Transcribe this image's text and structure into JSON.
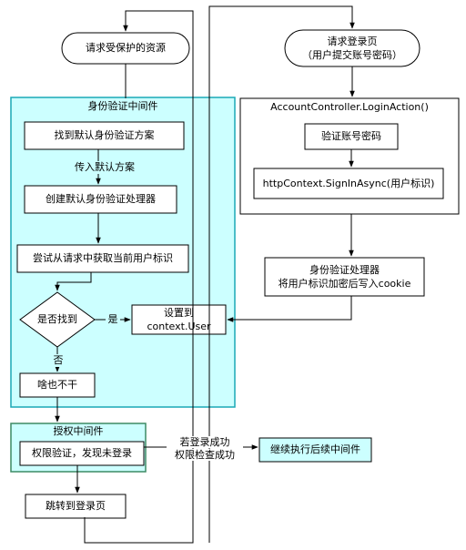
{
  "nodes": {
    "protected_resource": "请求受保护的资源",
    "login_page_line1": "请求登录页",
    "login_page_line2": "（用户提交账号密码）",
    "authn_middleware": "身份验证中间件",
    "find_default_scheme": "找到默认身份验证方案",
    "pass_default_scheme": "传入默认方案",
    "create_default_handler": "创建默认身份验证处理器",
    "try_get_user": "尝试从请求中获取当前用户标识",
    "found_decision": "是否找到",
    "yes_label": "是",
    "no_label": "否",
    "set_context_line1": "设置到",
    "set_context_line2": "context.User",
    "do_nothing": "啥也不干",
    "authz_middleware": "授权中间件",
    "authz_check": "权限验证，发现未登录",
    "redirect_login": "跳转到登录页",
    "login_action_title": "AccountController.LoginAction()",
    "verify_account": "验证账号密码",
    "sign_in_async": "httpContext.SignInAsync(用户标识)",
    "handler_line1": "身份验证处理器",
    "handler_line2": "将用户标识加密后写入cookie",
    "success_line1": "若登录成功",
    "success_line2": "权限检查成功",
    "continue_next": "继续执行后续中间件"
  },
  "colors": {
    "middleware_fill": "#ccffff",
    "middleware_border": "#1aa9b5",
    "authz_border": "#3d8a64",
    "line": "#000000"
  }
}
